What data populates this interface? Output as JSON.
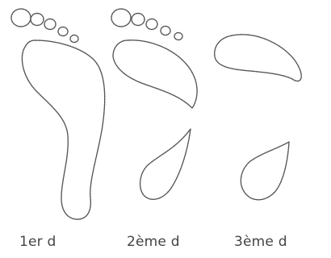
{
  "stages": [
    {
      "label": "1er d"
    },
    {
      "label": "2ème d"
    },
    {
      "label": "3ème d"
    }
  ]
}
